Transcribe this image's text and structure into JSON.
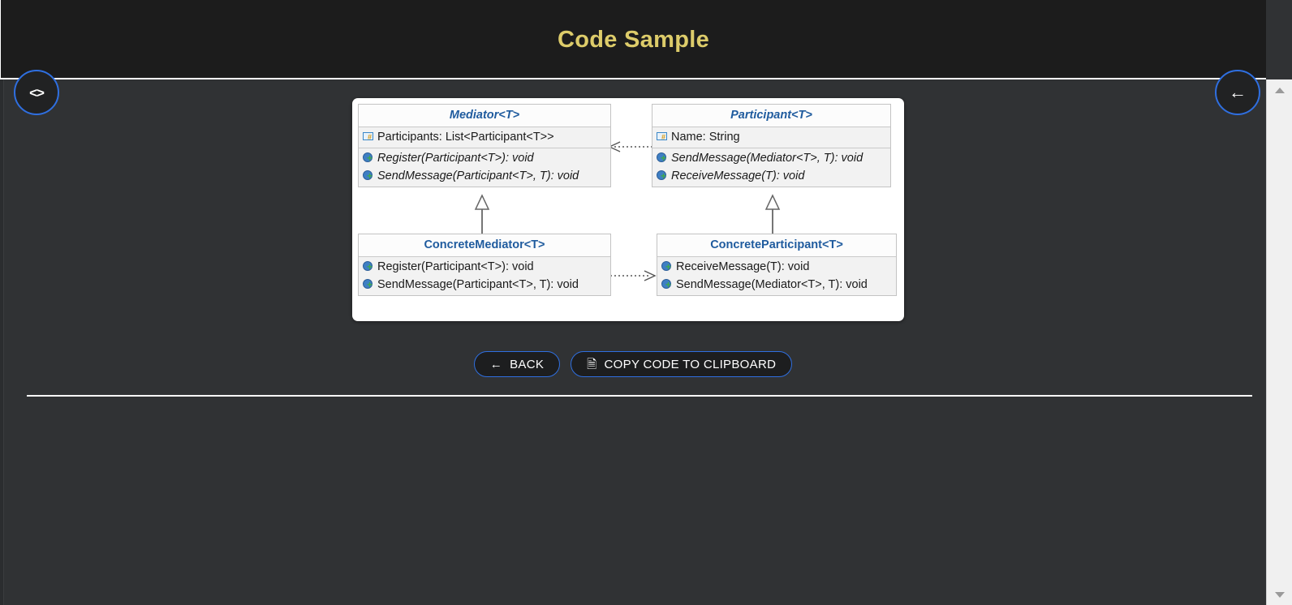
{
  "header": {
    "title": "Code Sample"
  },
  "nav": {
    "code_button": {
      "name": "code-view-button",
      "glyph": "<>"
    },
    "back_button": {
      "name": "back-arrow-button",
      "glyph": "←"
    }
  },
  "diagram": {
    "type": "uml-class-diagram",
    "classes": [
      {
        "id": "mediator",
        "name": "Mediator<T>",
        "abstract": true,
        "fields": [
          {
            "icon": "field-icon",
            "text": "Participants: List<Participant<T>>"
          }
        ],
        "methods": [
          {
            "icon": "method-icon",
            "text": "Register(Participant<T>): void",
            "abstract": true
          },
          {
            "icon": "method-icon",
            "text": "SendMessage(Participant<T>, T): void",
            "abstract": true
          }
        ]
      },
      {
        "id": "participant",
        "name": "Participant<T>",
        "abstract": true,
        "fields": [
          {
            "icon": "field-icon",
            "text": "Name: String"
          }
        ],
        "methods": [
          {
            "icon": "method-icon",
            "text": "SendMessage(Mediator<T>, T): void",
            "abstract": true
          },
          {
            "icon": "method-icon",
            "text": "ReceiveMessage(T): void",
            "abstract": true
          }
        ]
      },
      {
        "id": "concrete-mediator",
        "name": "ConcreteMediator<T>",
        "abstract": false,
        "fields": [],
        "methods": [
          {
            "icon": "method-icon",
            "text": "Register(Participant<T>): void",
            "abstract": false
          },
          {
            "icon": "method-icon",
            "text": "SendMessage(Participant<T>, T): void",
            "abstract": false
          }
        ]
      },
      {
        "id": "concrete-participant",
        "name": "ConcreteParticipant<T>",
        "abstract": false,
        "fields": [],
        "methods": [
          {
            "icon": "method-icon",
            "text": "ReceiveMessage(T): void",
            "abstract": false
          },
          {
            "icon": "method-icon",
            "text": "SendMessage(Mediator<T>, T): void",
            "abstract": false
          }
        ]
      }
    ],
    "relationships": [
      {
        "from": "participant",
        "to": "mediator",
        "kind": "dependency",
        "style": "dotted",
        "arrow": "open-left"
      },
      {
        "from": "concrete-mediator",
        "to": "mediator",
        "kind": "inheritance",
        "style": "solid",
        "arrow": "hollow-triangle-up"
      },
      {
        "from": "concrete-participant",
        "to": "participant",
        "kind": "inheritance",
        "style": "solid",
        "arrow": "hollow-triangle-up"
      },
      {
        "from": "concrete-mediator",
        "to": "concrete-participant",
        "kind": "dependency",
        "style": "dotted",
        "arrow": "open-right"
      }
    ]
  },
  "actions": {
    "back": {
      "icon": "arrow-left-icon",
      "glyph": "←",
      "label": "BACK"
    },
    "copy": {
      "icon": "copy-document-icon",
      "glyph": "🗎",
      "label": "COPY CODE TO CLIPBOARD"
    }
  },
  "colors": {
    "header_bg": "#1c1c1c",
    "body_bg": "#303234",
    "title_gold": "#ddcc6a",
    "accent_blue": "#2f6fe0",
    "class_title_blue": "#1f5b9e",
    "box_bg": "#f2f2f2"
  }
}
